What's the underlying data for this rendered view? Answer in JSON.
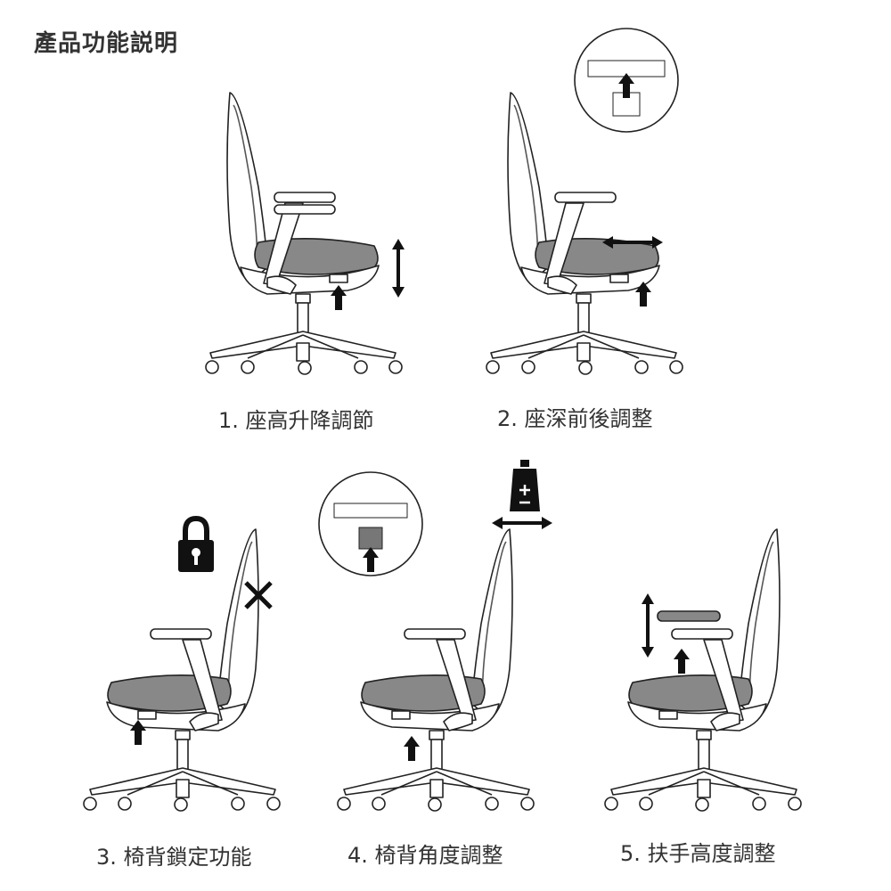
{
  "title": "產品功能説明",
  "features": [
    {
      "label": "1. 座高升降調節",
      "icon": "vertical-arrow-icon"
    },
    {
      "label": "2. 座深前後調整",
      "icon": "horizontal-arrow-icon"
    },
    {
      "label": "3. 椅背鎖定功能",
      "icon": "lock-icon"
    },
    {
      "label": "4. 椅背角度調整",
      "icon": "weight-icon"
    },
    {
      "label": "5. 扶手高度調整",
      "icon": "vertical-arrow-icon"
    }
  ]
}
